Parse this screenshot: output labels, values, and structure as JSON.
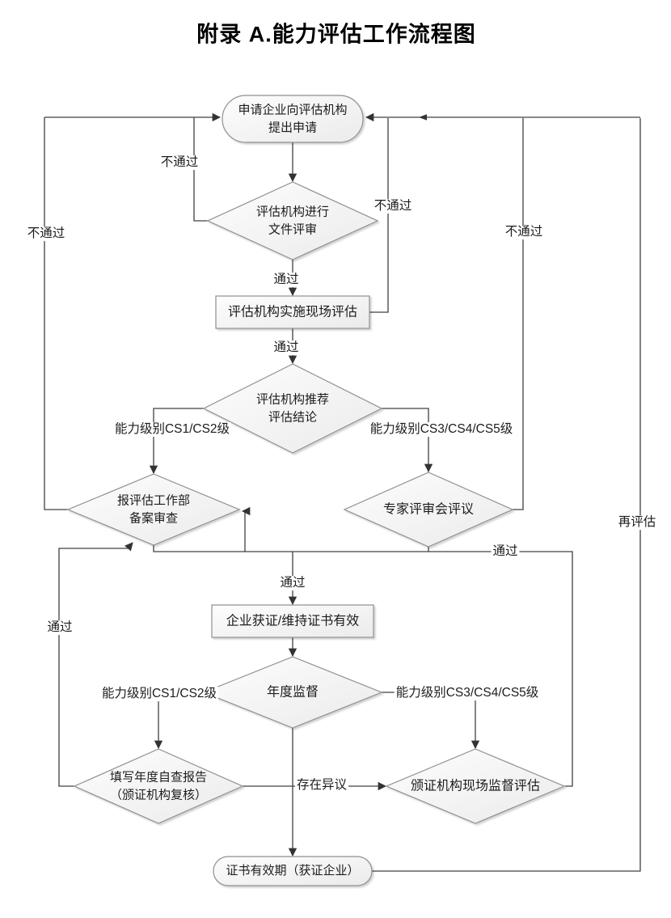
{
  "title": "附录 A.能力评估工作流程图",
  "nodes": {
    "start": {
      "line1": "申请企业向评估机构",
      "line2": "提出申请"
    },
    "doc_review": {
      "line1": "评估机构进行",
      "line2": "文件评审"
    },
    "onsite_assessment": {
      "line1": "评估机构实施现场评估"
    },
    "recommend_conclusion": {
      "line1": "评估机构推荐",
      "line2": "评估结论"
    },
    "filing_review": {
      "line1": "报评估工作部",
      "line2": "备案审查"
    },
    "expert_panel_review": {
      "line1": "专家评审会评议"
    },
    "certified": {
      "line1": "企业获证/维持证书有效"
    },
    "annual_supervision": {
      "line1": "年度监督"
    },
    "self_check_report": {
      "line1": "填写年度自查报告",
      "line2": "（颁证机构复核）"
    },
    "onsite_supervision": {
      "line1": "颁证机构现场监督评估"
    },
    "certificate_valid": {
      "line1": "证书有效期（获证企业）"
    }
  },
  "edge_labels": {
    "pass": "通过",
    "fail": "不通过",
    "reassess": "再评估",
    "objection": "存在异议",
    "cs12": "能力级别CS1/CS2级",
    "cs345": "能力级别CS3/CS4/CS5级"
  },
  "colors": {
    "line": "#404040",
    "shape_border": "#8f8f8f",
    "shape_fill_top": "#fdfdfd",
    "shape_fill_bottom": "#ebebeb",
    "arrow": "#333333"
  }
}
